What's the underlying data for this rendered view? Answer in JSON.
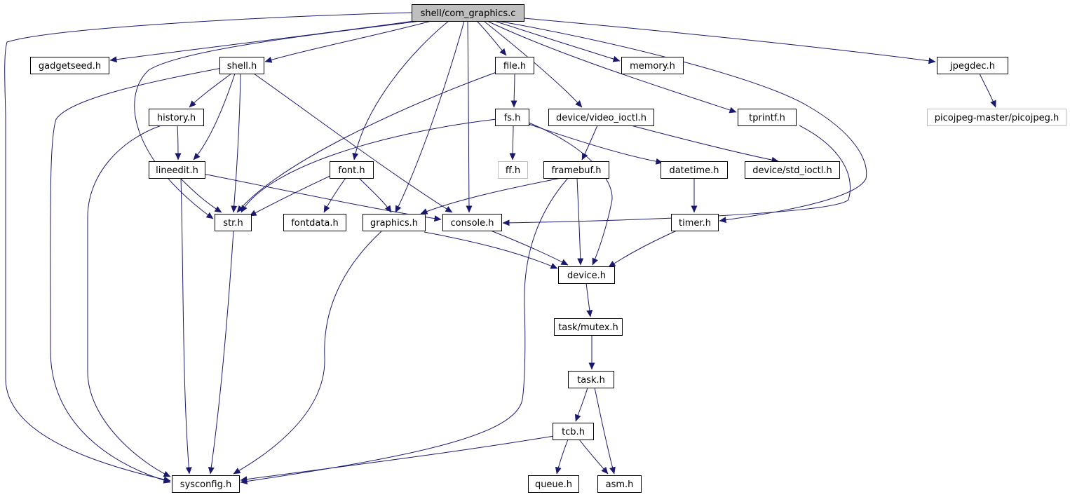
{
  "diagram": {
    "edge_color": "#191970",
    "node_fill": "#ffffff",
    "root_fill": "#bfbfbf",
    "node_border": "#000000",
    "missing_border": "#bfbfbf",
    "nodes": [
      {
        "id": "com_graphics",
        "label": "shell/com_graphics.c",
        "kind": "root"
      },
      {
        "id": "gadgetseed",
        "label": "gadgetseed.h",
        "kind": "normal"
      },
      {
        "id": "shell",
        "label": "shell.h",
        "kind": "normal"
      },
      {
        "id": "file",
        "label": "file.h",
        "kind": "normal"
      },
      {
        "id": "memory",
        "label": "memory.h",
        "kind": "normal"
      },
      {
        "id": "jpegdec",
        "label": "jpegdec.h",
        "kind": "normal"
      },
      {
        "id": "history",
        "label": "history.h",
        "kind": "normal"
      },
      {
        "id": "fs",
        "label": "fs.h",
        "kind": "normal"
      },
      {
        "id": "video_ioctl",
        "label": "device/video_ioctl.h",
        "kind": "normal"
      },
      {
        "id": "tprintf",
        "label": "tprintf.h",
        "kind": "normal"
      },
      {
        "id": "picojpeg",
        "label": "picojpeg-master/picojpeg.h",
        "kind": "missing"
      },
      {
        "id": "lineedit",
        "label": "lineedit.h",
        "kind": "normal"
      },
      {
        "id": "font",
        "label": "font.h",
        "kind": "normal"
      },
      {
        "id": "ff",
        "label": "ff.h",
        "kind": "missing"
      },
      {
        "id": "framebuf",
        "label": "framebuf.h",
        "kind": "normal"
      },
      {
        "id": "datetime",
        "label": "datetime.h",
        "kind": "normal"
      },
      {
        "id": "std_ioctl",
        "label": "device/std_ioctl.h",
        "kind": "normal"
      },
      {
        "id": "str",
        "label": "str.h",
        "kind": "normal"
      },
      {
        "id": "fontdata",
        "label": "fontdata.h",
        "kind": "normal"
      },
      {
        "id": "graphics",
        "label": "graphics.h",
        "kind": "normal"
      },
      {
        "id": "console",
        "label": "console.h",
        "kind": "normal"
      },
      {
        "id": "timer",
        "label": "timer.h",
        "kind": "normal"
      },
      {
        "id": "device",
        "label": "device.h",
        "kind": "normal"
      },
      {
        "id": "mutex",
        "label": "task/mutex.h",
        "kind": "normal"
      },
      {
        "id": "task",
        "label": "task.h",
        "kind": "normal"
      },
      {
        "id": "tcb",
        "label": "tcb.h",
        "kind": "normal"
      },
      {
        "id": "sysconfig",
        "label": "sysconfig.h",
        "kind": "normal"
      },
      {
        "id": "queue",
        "label": "queue.h",
        "kind": "normal"
      },
      {
        "id": "asm",
        "label": "asm.h",
        "kind": "normal"
      }
    ],
    "edges": [
      {
        "from": "com_graphics",
        "to": "sysconfig"
      },
      {
        "from": "com_graphics",
        "to": "gadgetseed"
      },
      {
        "from": "com_graphics",
        "to": "str"
      },
      {
        "from": "com_graphics",
        "to": "shell"
      },
      {
        "from": "com_graphics",
        "to": "font"
      },
      {
        "from": "com_graphics",
        "to": "graphics"
      },
      {
        "from": "com_graphics",
        "to": "console"
      },
      {
        "from": "com_graphics",
        "to": "file"
      },
      {
        "from": "com_graphics",
        "to": "video_ioctl"
      },
      {
        "from": "com_graphics",
        "to": "memory"
      },
      {
        "from": "com_graphics",
        "to": "tprintf"
      },
      {
        "from": "com_graphics",
        "to": "timer"
      },
      {
        "from": "com_graphics",
        "to": "jpegdec"
      },
      {
        "from": "shell",
        "to": "sysconfig"
      },
      {
        "from": "shell",
        "to": "history"
      },
      {
        "from": "shell",
        "to": "lineedit"
      },
      {
        "from": "shell",
        "to": "str"
      },
      {
        "from": "shell",
        "to": "console"
      },
      {
        "from": "history",
        "to": "lineedit"
      },
      {
        "from": "history",
        "to": "sysconfig"
      },
      {
        "from": "lineedit",
        "to": "sysconfig"
      },
      {
        "from": "lineedit",
        "to": "str"
      },
      {
        "from": "lineedit",
        "to": "console"
      },
      {
        "from": "file",
        "to": "str"
      },
      {
        "from": "file",
        "to": "fs"
      },
      {
        "from": "fs",
        "to": "str"
      },
      {
        "from": "fs",
        "to": "ff"
      },
      {
        "from": "fs",
        "to": "datetime"
      },
      {
        "from": "fs",
        "to": "device"
      },
      {
        "from": "video_ioctl",
        "to": "framebuf"
      },
      {
        "from": "video_ioctl",
        "to": "std_ioctl"
      },
      {
        "from": "framebuf",
        "to": "graphics"
      },
      {
        "from": "framebuf",
        "to": "device"
      },
      {
        "from": "framebuf",
        "to": "sysconfig"
      },
      {
        "from": "font",
        "to": "str"
      },
      {
        "from": "font",
        "to": "fontdata"
      },
      {
        "from": "font",
        "to": "graphics"
      },
      {
        "from": "datetime",
        "to": "timer"
      },
      {
        "from": "tprintf",
        "to": "console"
      },
      {
        "from": "jpegdec",
        "to": "picojpeg"
      },
      {
        "from": "str",
        "to": "sysconfig"
      },
      {
        "from": "graphics",
        "to": "device"
      },
      {
        "from": "graphics",
        "to": "sysconfig"
      },
      {
        "from": "console",
        "to": "device"
      },
      {
        "from": "timer",
        "to": "device"
      },
      {
        "from": "device",
        "to": "mutex"
      },
      {
        "from": "mutex",
        "to": "task"
      },
      {
        "from": "task",
        "to": "tcb"
      },
      {
        "from": "task",
        "to": "asm"
      },
      {
        "from": "tcb",
        "to": "sysconfig"
      },
      {
        "from": "tcb",
        "to": "queue"
      },
      {
        "from": "tcb",
        "to": "asm"
      }
    ]
  }
}
